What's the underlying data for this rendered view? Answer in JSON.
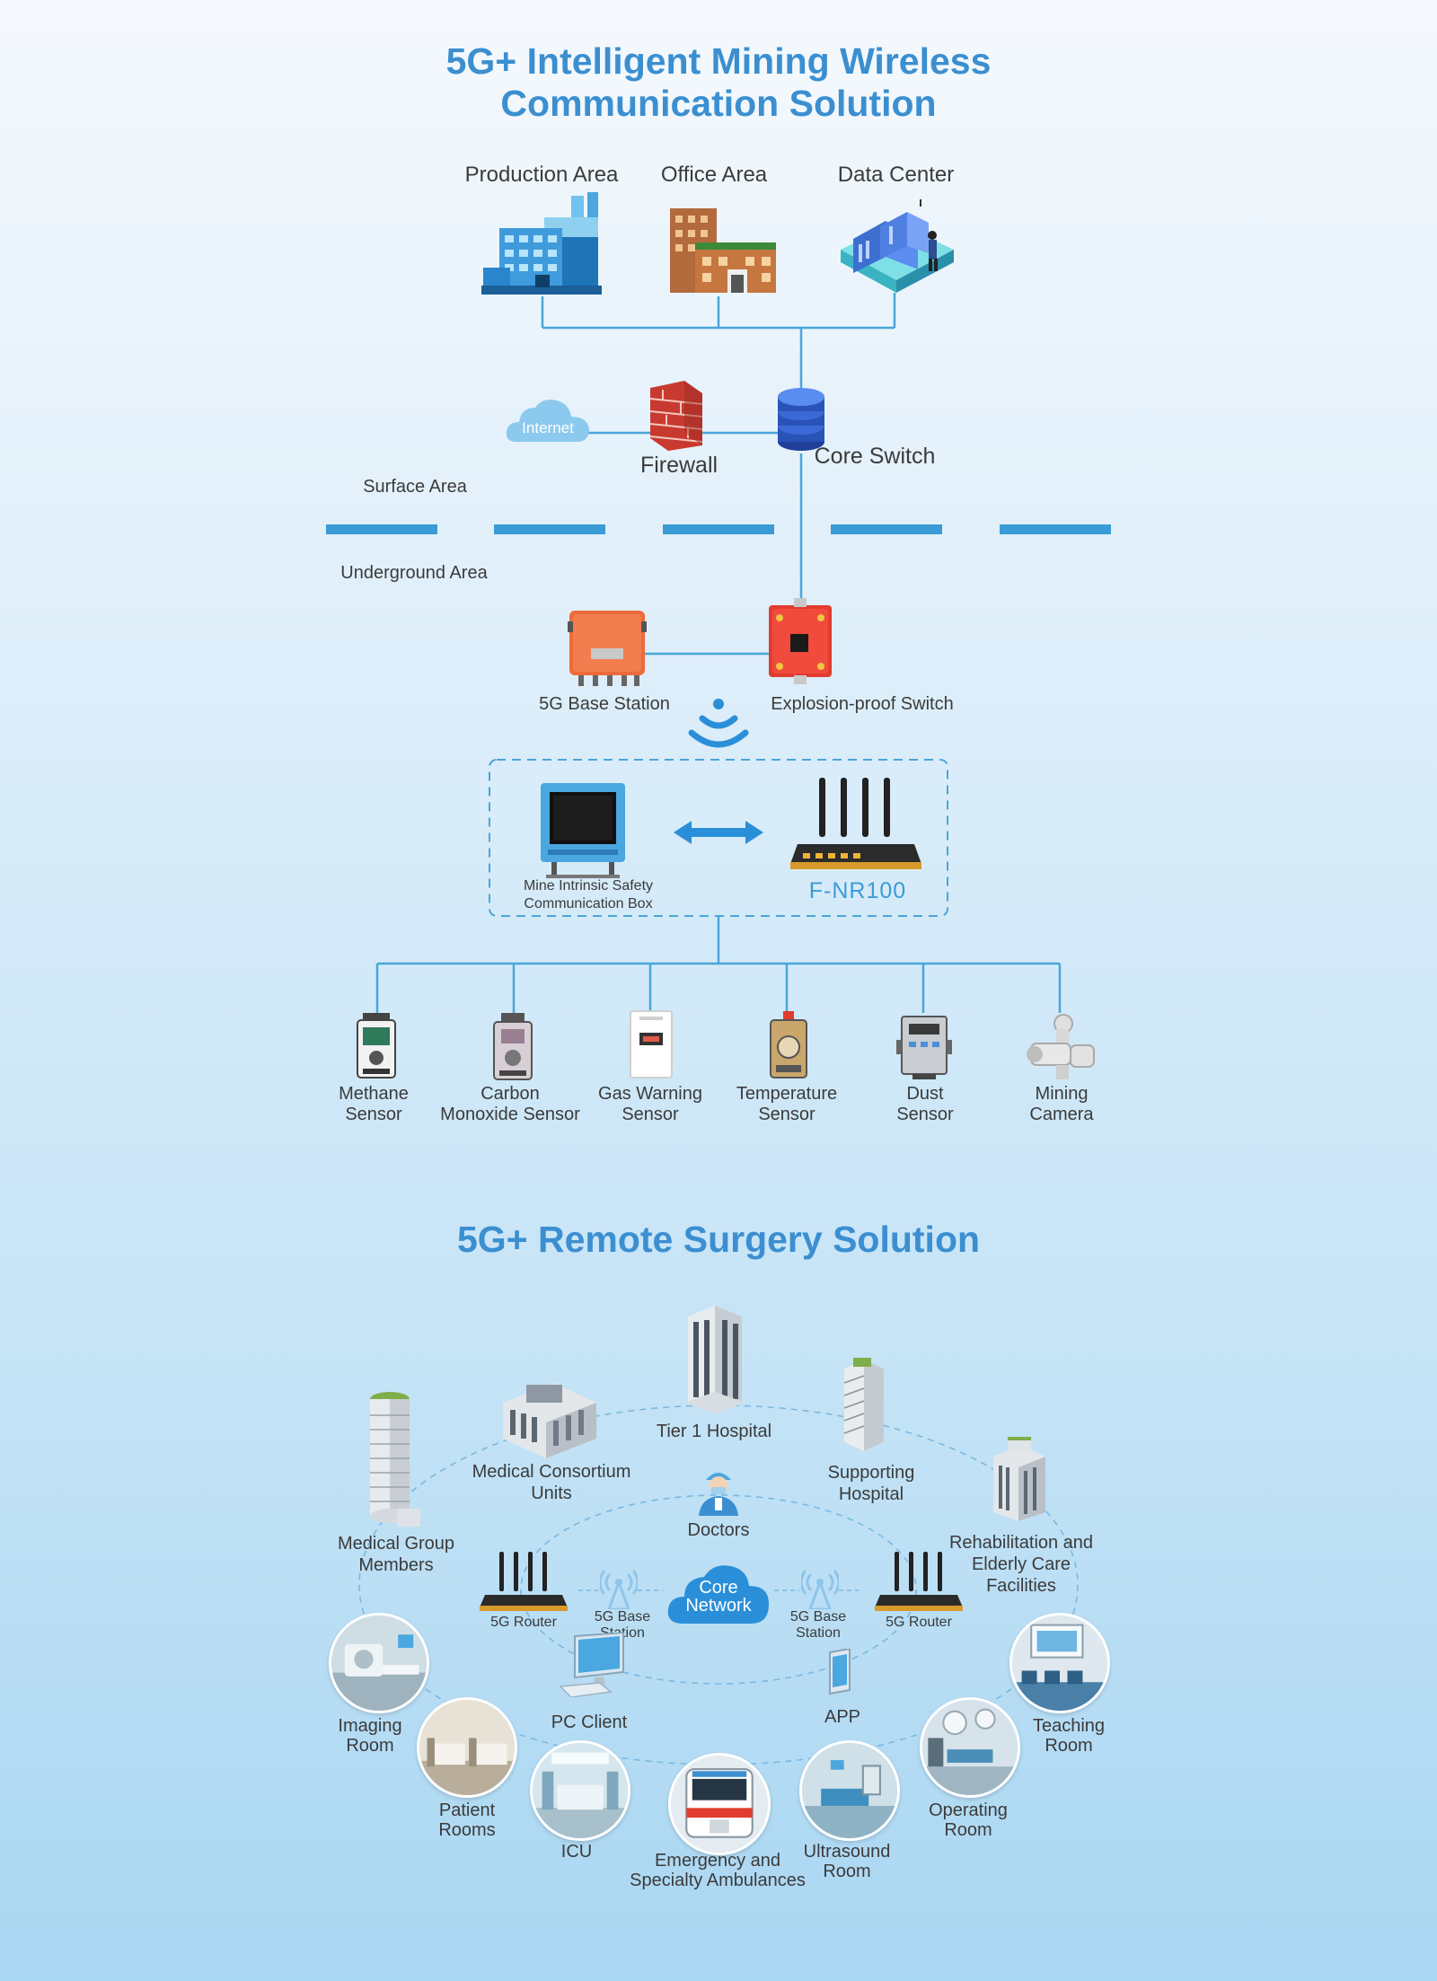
{
  "mining": {
    "title_line1": "5G+ Intelligent Mining Wireless",
    "title_line2": "Communication Solution",
    "areas": {
      "production": "Production Area",
      "office": "Office Area",
      "datacenter": "Data Center"
    },
    "internet": "Internet",
    "firewall": "Firewall",
    "core_switch": "Core Switch",
    "surface_area": "Surface Area",
    "underground_area": "Underground Area",
    "base_station": "5G Base Station",
    "explosion_switch": "Explosion-proof Switch",
    "comm_box_line1": "Mine Intrinsic Safety",
    "comm_box_line2": "Communication Box",
    "router_model": "F-NR100",
    "sensors": [
      {
        "line1": "Methane",
        "line2": "Sensor"
      },
      {
        "line1": "Carbon",
        "line2": "Monoxide Sensor"
      },
      {
        "line1": "Gas Warning",
        "line2": "Sensor"
      },
      {
        "line1": "Temperature",
        "line2": "Sensor"
      },
      {
        "line1": "Dust",
        "line2": "Sensor"
      },
      {
        "line1": "Mining",
        "line2": "Camera"
      }
    ]
  },
  "surgery": {
    "title": "5G+ Remote Surgery Solution",
    "tier1": "Tier 1 Hospital",
    "consortium_line1": "Medical Consortium",
    "consortium_line2": "Units",
    "supporting_line1": "Supporting",
    "supporting_line2": "Hospital",
    "group_line1": "Medical Group",
    "group_line2": "Members",
    "rehab_line1": "Rehabilitation and",
    "rehab_line2": "Elderly Care",
    "rehab_line3": "Facilities",
    "doctors": "Doctors",
    "core_line1": "Core",
    "core_line2": "Network",
    "router_left": "5G Router",
    "router_right": "5G Router",
    "bs_left_line1": "5G Base",
    "bs_left_line2": "Station",
    "bs_right_line1": "5G Base",
    "bs_right_line2": "Station",
    "pc_client": "PC Client",
    "app": "APP",
    "rooms": {
      "imaging_line1": "Imaging",
      "imaging_line2": "Room",
      "patient_line1": "Patient",
      "patient_line2": "Rooms",
      "icu": "ICU",
      "ambulance_line1": "Emergency and",
      "ambulance_line2": "Specialty Ambulances",
      "ultrasound_line1": "Ultrasound",
      "ultrasound_line2": "Room",
      "operating_line1": "Operating",
      "operating_line2": "Room",
      "teaching_line1": "Teaching",
      "teaching_line2": "Room"
    }
  },
  "colors": {
    "accent": "#3b8fd0",
    "line": "#4aa6d8",
    "orange": "#ee6a3a",
    "red": "#e23b2f",
    "blue_box": "#4aa7e0"
  }
}
